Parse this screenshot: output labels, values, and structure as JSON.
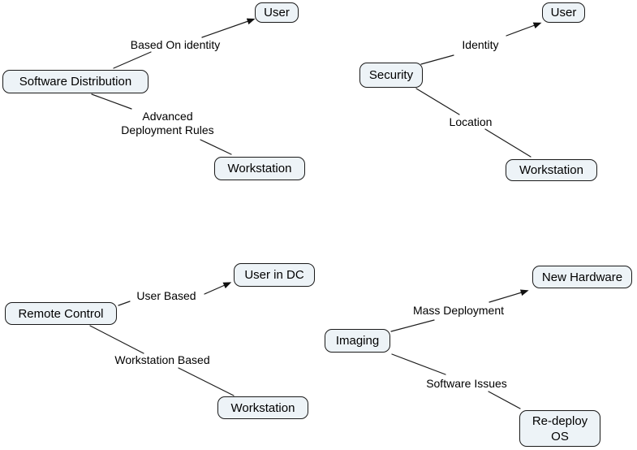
{
  "style": {
    "background": "#ffffff",
    "node_fill": "#edf3f7",
    "node_border": "#1a1a1a",
    "line_color": "#1c1c1c",
    "text_color": "#000000"
  },
  "maps": [
    {
      "id": "software-distribution",
      "concept": "Software Distribution",
      "links": [
        {
          "label": "Based On identity",
          "target": "User",
          "arrow": true
        },
        {
          "label": "Advanced\nDeployment Rules",
          "target": "Workstation",
          "arrow": false
        }
      ]
    },
    {
      "id": "security",
      "concept": "Security",
      "links": [
        {
          "label": "Identity",
          "target": "User",
          "arrow": true
        },
        {
          "label": "Location",
          "target": "Workstation",
          "arrow": false
        }
      ]
    },
    {
      "id": "remote-control",
      "concept": "Remote Control",
      "links": [
        {
          "label": "User Based",
          "target": "User in DC",
          "arrow": true
        },
        {
          "label": "Workstation Based",
          "target": "Workstation",
          "arrow": false
        }
      ]
    },
    {
      "id": "imaging",
      "concept": "Imaging",
      "links": [
        {
          "label": "Mass Deployment",
          "target": "New Hardware",
          "arrow": true
        },
        {
          "label": "Software Issues",
          "target": "Re-deploy\nOS",
          "arrow": false
        }
      ]
    }
  ]
}
